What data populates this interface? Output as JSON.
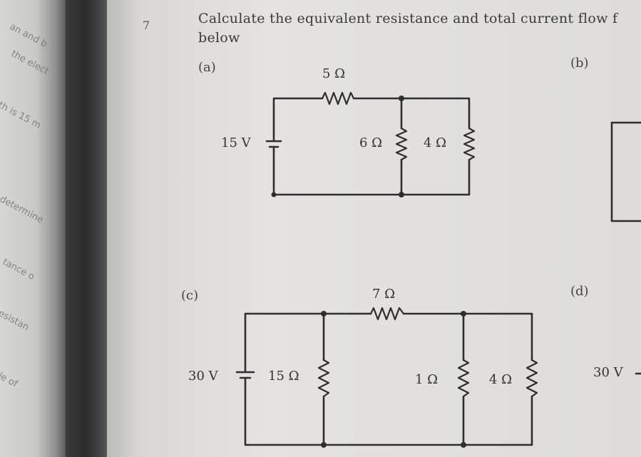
{
  "question": {
    "number": "7",
    "text_line1": "Calculate the equivalent resistance and total current flow f",
    "text_line2": "below"
  },
  "parts": {
    "a": "(a)",
    "b": "(b)",
    "c": "(c)",
    "d": "(d)"
  },
  "circuit_a": {
    "source": "15 V",
    "r_series": "5 Ω",
    "r_parallel_1": "6 Ω",
    "r_parallel_2": "4 Ω"
  },
  "circuit_c": {
    "source": "30 V",
    "r_shunt": "15 Ω",
    "r_series": "7 Ω",
    "r_parallel_1": "1 Ω",
    "r_parallel_2": "4 Ω"
  },
  "circuit_d": {
    "source": "30 V"
  },
  "left_page_fragments": [
    "an and b",
    "the elect",
    "th is 15 m",
    "determine",
    "tance o",
    "esistan",
    "le of"
  ]
}
